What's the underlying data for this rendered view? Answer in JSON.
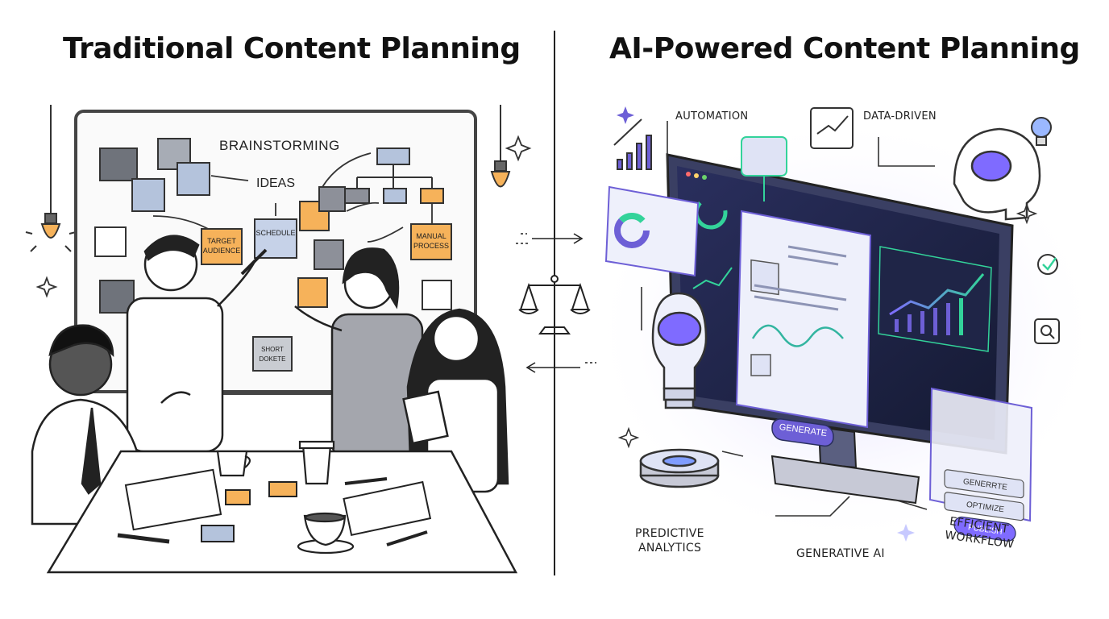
{
  "titles": {
    "left": "Traditional Content Planning",
    "right": "AI-Powered Content Planning"
  },
  "whiteboard": {
    "brainstorming": "BRAINSTORMING",
    "ideas": "IDEAS",
    "target_audience_1": "TARGET",
    "target_audience_2": "AUDIENCE",
    "schedule": "SCHEDULE",
    "manual_process_1": "MANUAL",
    "manual_process_2": "PROCESS",
    "sticky_note_1": "SHORT",
    "sticky_note_2": "DOKETE"
  },
  "ai_labels": {
    "automation": "AUTOMATION",
    "data_driven": "DATA-DRIVEN",
    "predictive_1": "PREDICTIVE",
    "predictive_2": "ANALYTICS",
    "generative": "GENERATIVE AI",
    "efficient_1": "EFFICIENT",
    "efficient_2": "WORKFLOW"
  },
  "monitor": {
    "generate_button": "GENERATE",
    "panel_generate": "GENERRTE",
    "panel_optimize": "OPTIMIZE",
    "panel_publish": "PUBLISH"
  },
  "colors": {
    "sticky_orange": "#f6b25a",
    "sticky_gray": "#8d9099",
    "sticky_blue": "#b4c3dc",
    "accent_purple": "#6d5fd6",
    "accent_green": "#33d39a",
    "screen_dark": "#1a1f3d"
  }
}
